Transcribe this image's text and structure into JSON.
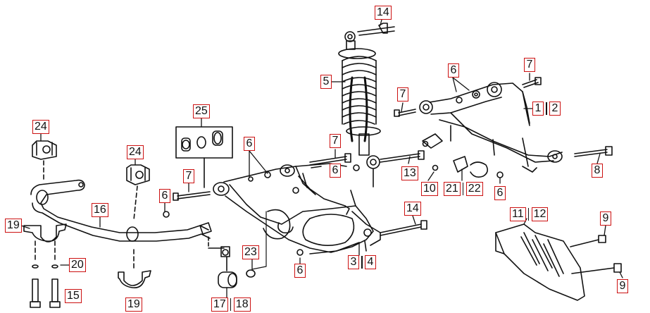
{
  "diagram": {
    "labels": {
      "c1": "1",
      "c2": "2",
      "c3": "3",
      "c4": "4",
      "c5": "5",
      "c6": "6",
      "c7": "7",
      "c8": "8",
      "c9": "9",
      "c10": "10",
      "c11": "11",
      "c12": "12",
      "c13": "13",
      "c14": "14",
      "c15": "15",
      "c16": "16",
      "c17": "17",
      "c18": "18",
      "c19": "19",
      "c20": "20",
      "c21": "21",
      "c22": "22",
      "c23": "23",
      "c24": "24",
      "c25": "25"
    },
    "colors": {
      "callout_border": "#cc1111",
      "line": "#111111"
    }
  }
}
